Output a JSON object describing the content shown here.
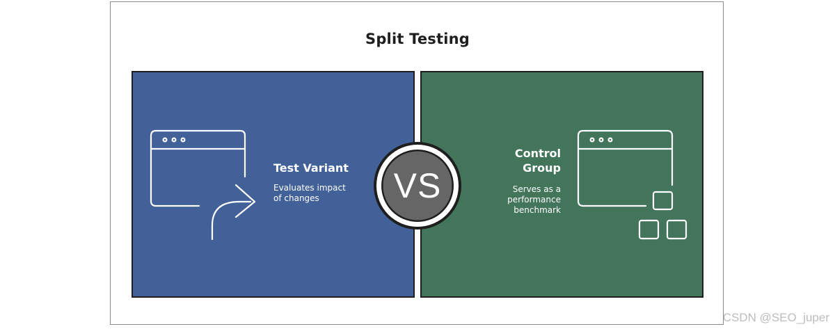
{
  "diagram": {
    "title": "Split Testing",
    "left": {
      "title": "Test Variant",
      "desc_line1": "Evaluates impact",
      "desc_line2": "of changes",
      "icon": "browser-window-arrow-icon",
      "color": "#426199"
    },
    "vs_label": "VS",
    "right": {
      "title_line1": "Control",
      "title_line2": "Group",
      "desc_line1": "Serves as a",
      "desc_line2": "performance",
      "desc_line3": "benchmark",
      "icon": "browser-window-squares-icon",
      "color": "#43755b"
    }
  },
  "watermark": "CSDN @SEO_juper"
}
